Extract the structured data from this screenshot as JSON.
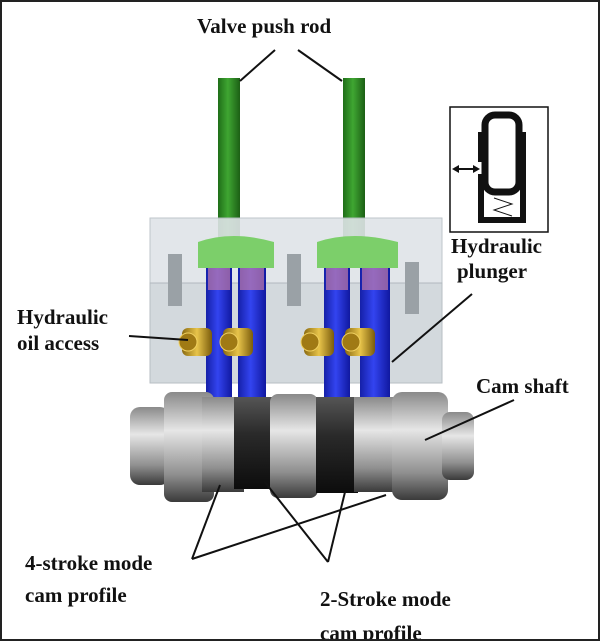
{
  "labels": {
    "valve_push_rod": "Valve push rod",
    "hydraulic_plunger": [
      "Hydraulic",
      "plunger"
    ],
    "hydraulic_oil_access": [
      "Hydraulic",
      "oil access"
    ],
    "cam_shaft": "Cam shaft",
    "four_stroke": [
      "4-stroke mode",
      "cam profile"
    ],
    "two_stroke": [
      "2-Stroke mode",
      "cam profile"
    ]
  },
  "colors": {
    "push_rod": "#2e8a24",
    "rocker": "#7ccf6a",
    "plunger": "#1e2ccc",
    "fitting": "#c9a12a",
    "block": "#d5dadd",
    "cam_light": "#d8d8d8",
    "cam_dark": "#2a2a2a"
  }
}
